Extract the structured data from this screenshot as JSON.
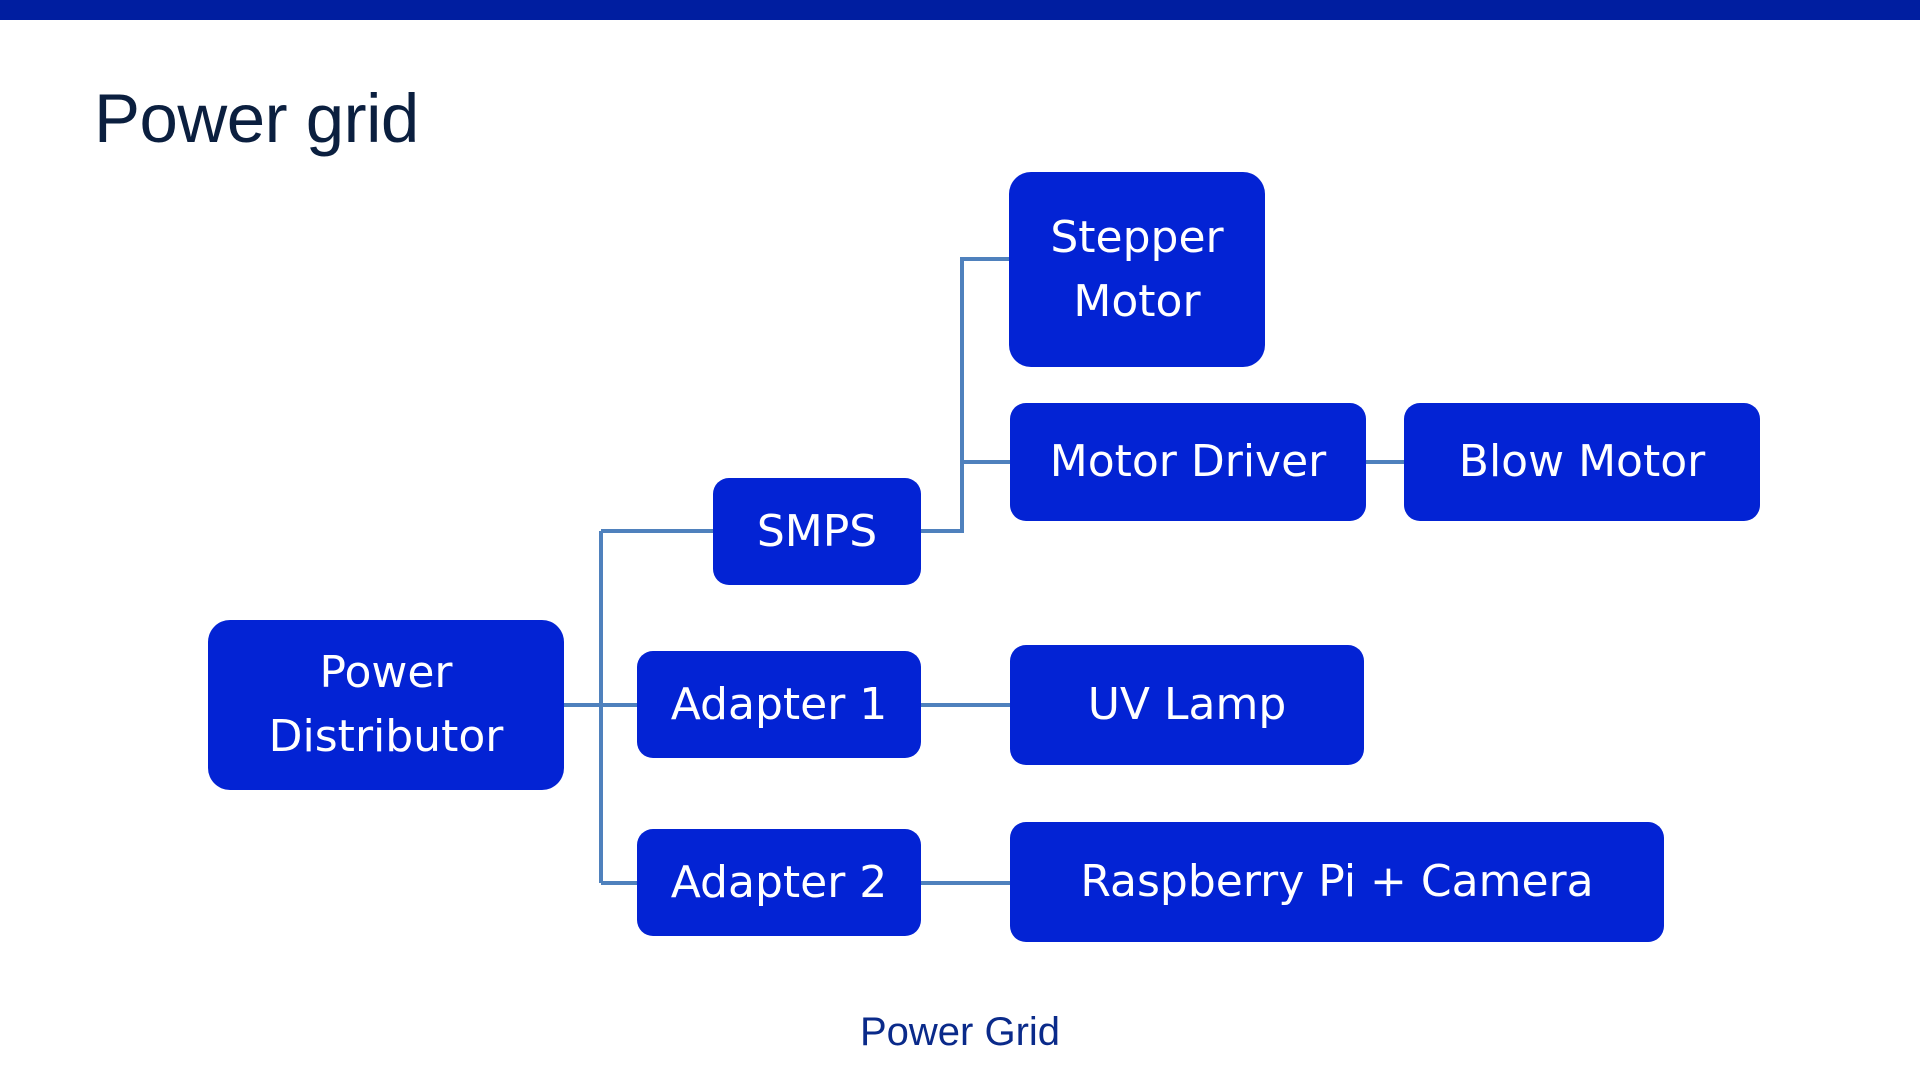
{
  "header": {
    "title": "Power grid",
    "accent_color": "#001ea0"
  },
  "diagram": {
    "type": "hierarchy",
    "node_color": "#0323d4",
    "connector_color": "#4f81bd",
    "nodes": [
      {
        "id": "power-distributor",
        "label": "Power\nDistributor",
        "parent": null
      },
      {
        "id": "smps",
        "label": "SMPS",
        "parent": "power-distributor"
      },
      {
        "id": "adapter-1",
        "label": "Adapter 1",
        "parent": "power-distributor"
      },
      {
        "id": "adapter-2",
        "label": "Adapter 2",
        "parent": "power-distributor"
      },
      {
        "id": "stepper-motor",
        "label": "Stepper\nMotor",
        "parent": "smps"
      },
      {
        "id": "motor-driver",
        "label": "Motor Driver",
        "parent": "smps"
      },
      {
        "id": "blow-motor",
        "label": "Blow Motor",
        "parent": "motor-driver"
      },
      {
        "id": "uv-lamp",
        "label": "UV Lamp",
        "parent": "adapter-1"
      },
      {
        "id": "raspberry-pi-camera",
        "label": "Raspberry Pi + Camera",
        "parent": "adapter-2"
      }
    ]
  },
  "caption": "Power Grid"
}
